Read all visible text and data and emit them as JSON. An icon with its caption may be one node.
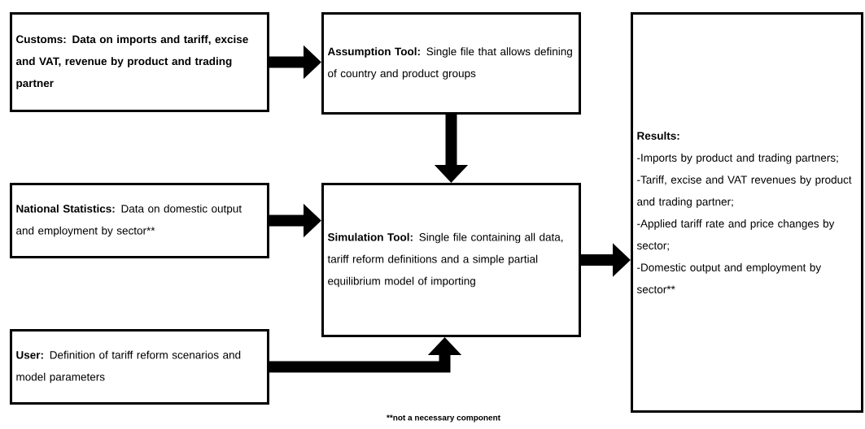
{
  "diagram": {
    "nodes": [
      {
        "text": [
          "Customs: Data on imports and tariff, excise and VAT, revenue by product and trading partner"
        ]
      },
      {
        "text": [
          "Assumption Tool:",
          "Single file that allows defining of country and product groups"
        ]
      },
      {
        "text": [
          "National Statistics:",
          "Data on domestic output and employment by sector**"
        ]
      },
      {
        "text": [
          "Simulation Tool:",
          "Single file containing all data, tariff reform definitions and a simple partial equilibrium model of importing"
        ]
      },
      {
        "text": [
          "User:",
          "Definition of tariff reform scenarios and model parameters"
        ]
      },
      {
        "text": [
          "Results:",
          "-Imports by product and trading partners;",
          "-Tariff, excise and VAT revenues by product and trading partner;",
          "-Applied tariff rate and price changes by sector;",
          "-Domestic output and employment by sector**"
        ]
      }
    ],
    "edges": [
      {
        "from": 0,
        "to": 1,
        "arrow": "to"
      },
      {
        "from": 1,
        "to": 3,
        "arrow": "to"
      },
      {
        "from": 2,
        "to": 3,
        "arrow": "to"
      },
      {
        "from": 4,
        "to": 3,
        "arrow": "to"
      },
      {
        "from": 3,
        "to": 5,
        "arrow": "to"
      }
    ],
    "labels": [
      "**not a necessary component"
    ]
  }
}
